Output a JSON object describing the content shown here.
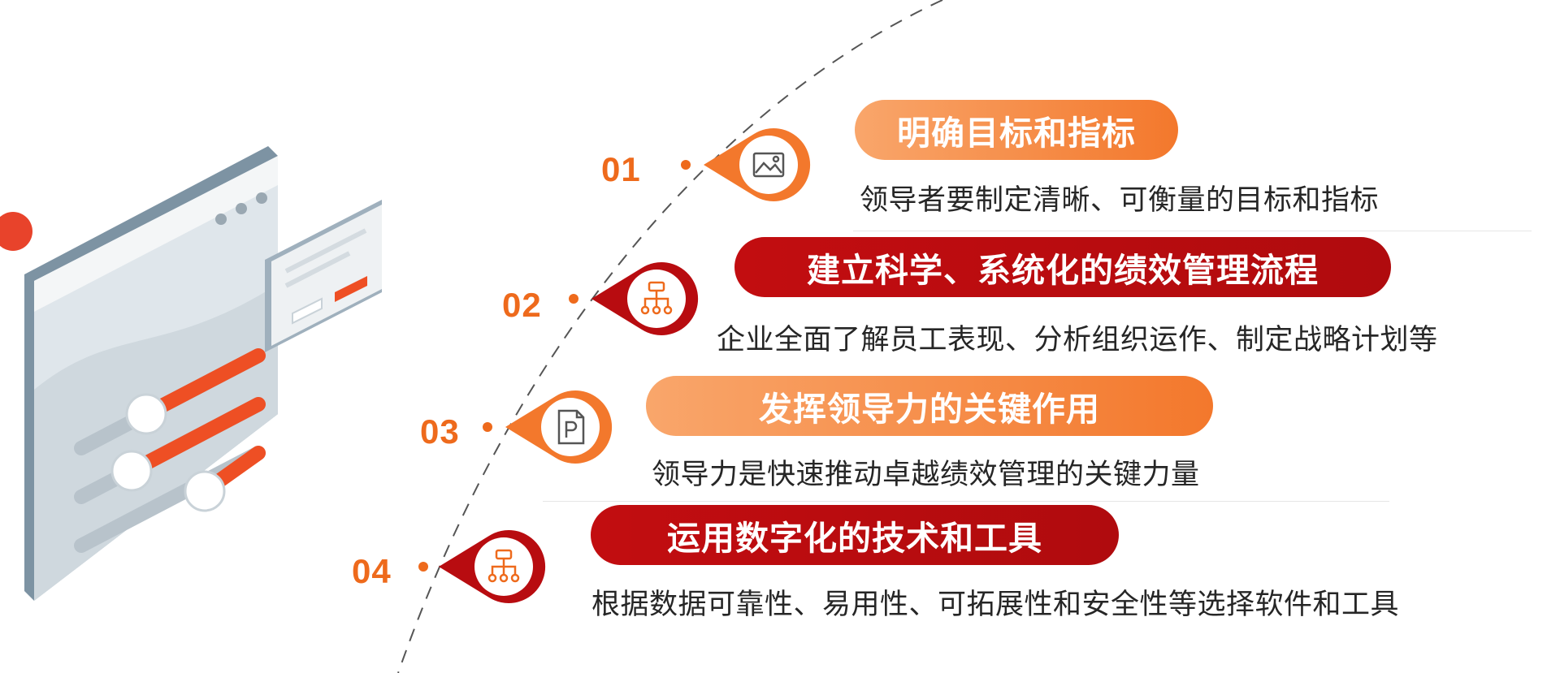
{
  "colors": {
    "orange": "#ee6a1c",
    "orange_light": "#f9a66b",
    "red": "#b80c10",
    "text": "#262626"
  },
  "items": [
    {
      "num": "01",
      "title": "明确目标和指标",
      "desc": "领导者要制定清晰、可衡量的目标和指标",
      "icon": "image-icon",
      "style": "orange"
    },
    {
      "num": "02",
      "title": "建立科学、系统化的绩效管理流程",
      "desc": "企业全面了解员工表现、分析组织运作、制定战略计划等",
      "icon": "org-chart-icon",
      "style": "red"
    },
    {
      "num": "03",
      "title": "发挥领导力的关键作用",
      "desc": "领导力是快速推动卓越绩效管理的关键力量",
      "icon": "document-p-icon",
      "style": "orange"
    },
    {
      "num": "04",
      "title": "运用数字化的技术和工具",
      "desc": "根据数据可靠性、易用性、可拓展性和安全性等选择软件和工具",
      "icon": "org-chart-icon",
      "style": "red"
    }
  ]
}
